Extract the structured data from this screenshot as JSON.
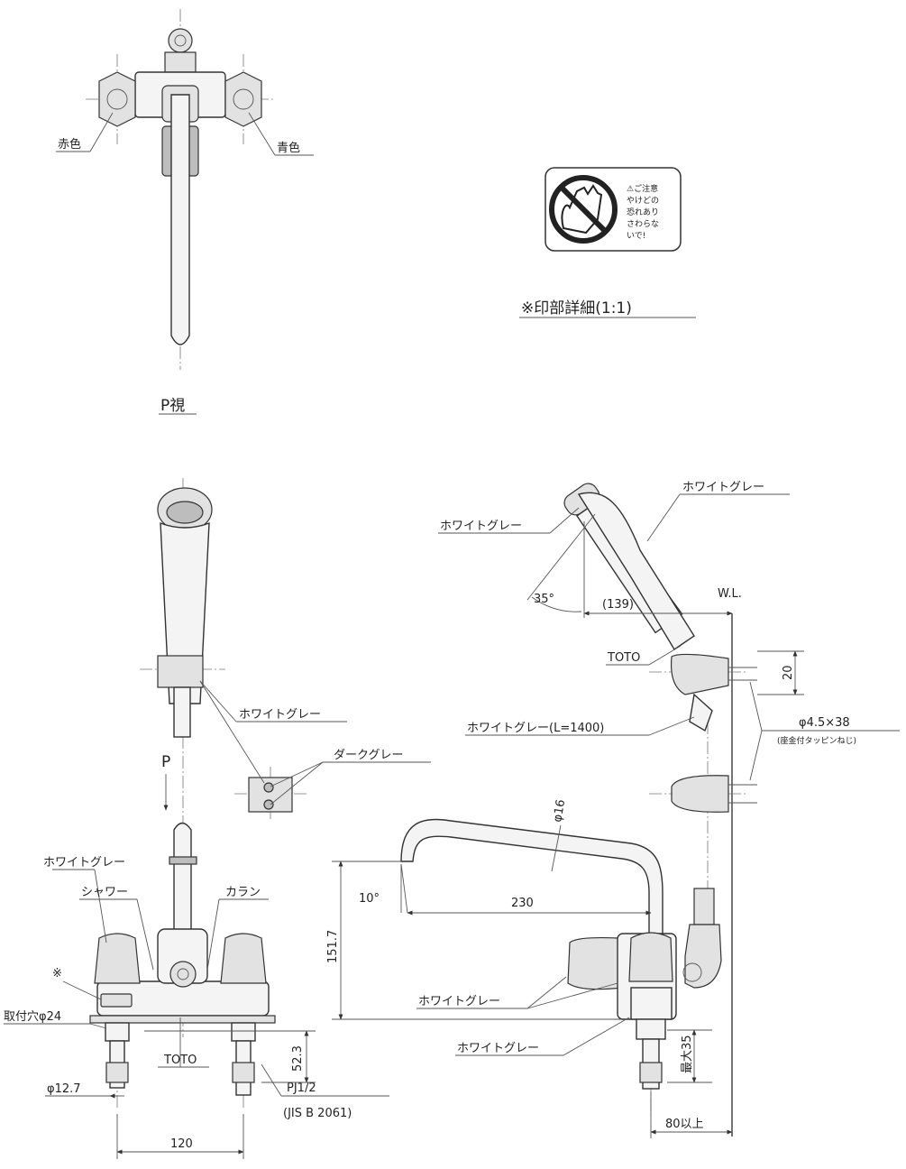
{
  "view_p": {
    "red_label": "赤色",
    "blue_label": "青色",
    "caption": "P視"
  },
  "seal": {
    "lines": [
      "⚠ご注意",
      "やけどの",
      "恐れあり",
      "さわらな",
      "いで!"
    ],
    "caption": "※印部詳細(1:1)"
  },
  "front": {
    "arrow_label": "P",
    "white_grey_holder": "ホワイトグレー",
    "dark_grey": "ダークグレー",
    "white_grey_body": "ホワイトグレー",
    "shower": "シャワー",
    "faucet": "カラン",
    "mark": "※",
    "mount_hole": "取付穴φ24",
    "brand": "TOTO",
    "dia_pipe": "φ12.7",
    "thread": "PJ1/2",
    "standard": "(JIS B 2061)",
    "dim_height": "52.3",
    "dim_width": "120"
  },
  "side": {
    "white_grey_head": "ホワイトグレー",
    "white_grey_handle": "ホワイトグレー",
    "angle_35": "35°",
    "dim_139": "(139)",
    "wl": "W.L.",
    "brand": "TOTO",
    "dim_20": "20",
    "hose": "ホワイトグレー(L=1400)",
    "screw": "φ4.5×38",
    "screw_note": "(座金付タッピンねじ)",
    "dia_spout": "φ16",
    "angle_10": "10°",
    "dim_230": "230",
    "dim_151": "151.7",
    "white_grey_body": "ホワイトグレー",
    "white_grey_base": "ホワイトグレー",
    "max_35": "最大35",
    "min_80": "80以上"
  }
}
